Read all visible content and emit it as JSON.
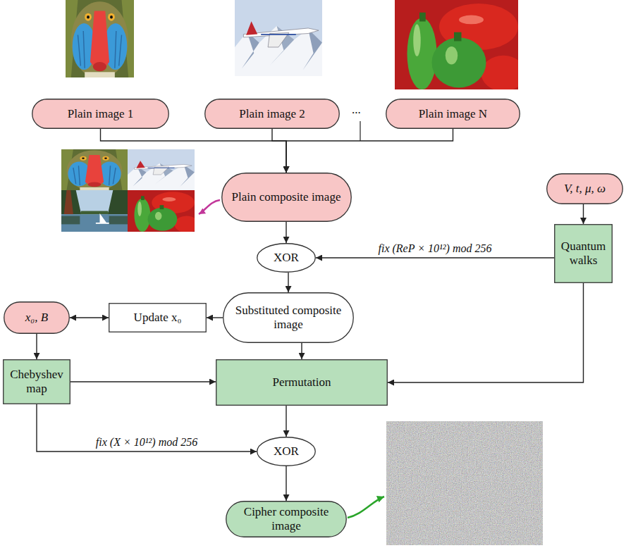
{
  "diagram": {
    "nodes": [
      {
        "text": [
          "Plain image 1"
        ]
      },
      {
        "text": [
          "Plain image 2"
        ]
      },
      {
        "text": [
          "Plain image N"
        ]
      },
      {
        "text": [
          "Plain composite image"
        ]
      },
      {
        "text": [
          "V, t, μ, ω"
        ]
      },
      {
        "text": [
          "XOR"
        ]
      },
      {
        "text": [
          "Quantum walks"
        ]
      },
      {
        "text": [
          "Substituted composite image"
        ]
      },
      {
        "text": [
          "x₀, B"
        ]
      },
      {
        "text": [
          "Update x₀"
        ]
      },
      {
        "text": [
          "Chebyshev map"
        ]
      },
      {
        "text": [
          "Permutation"
        ]
      },
      {
        "text": [
          "XOR"
        ]
      },
      {
        "text": [
          "Cipher composite image"
        ]
      }
    ],
    "edges": [
      {
        "from": 0,
        "to": 3,
        "arrow": "to"
      },
      {
        "from": 1,
        "to": 3,
        "arrow": "to"
      },
      {
        "from": 2,
        "to": 3,
        "arrow": "to"
      },
      {
        "from": 3,
        "to": 5,
        "arrow": "to"
      },
      {
        "from": 4,
        "to": 6,
        "arrow": "to"
      },
      {
        "from": 6,
        "to": 5,
        "label": "fix (ReP × 10¹²) mod 256",
        "arrow": "to"
      },
      {
        "from": 5,
        "to": 7,
        "arrow": "to"
      },
      {
        "from": 7,
        "to": 9,
        "arrow": "to"
      },
      {
        "from": 8,
        "to": 9,
        "arrow": "both"
      },
      {
        "from": 8,
        "to": 10,
        "arrow": "to"
      },
      {
        "from": 7,
        "to": 11,
        "arrow": "to"
      },
      {
        "from": 10,
        "to": 11,
        "arrow": "to"
      },
      {
        "from": 6,
        "to": 11,
        "arrow": "to"
      },
      {
        "from": 10,
        "to": 12,
        "label": "fix (X × 10¹²) mod 256",
        "arrow": "to"
      },
      {
        "from": 11,
        "to": 12,
        "arrow": "to"
      },
      {
        "from": 12,
        "to": 13,
        "arrow": "to"
      }
    ],
    "labels": [
      "..."
    ]
  }
}
